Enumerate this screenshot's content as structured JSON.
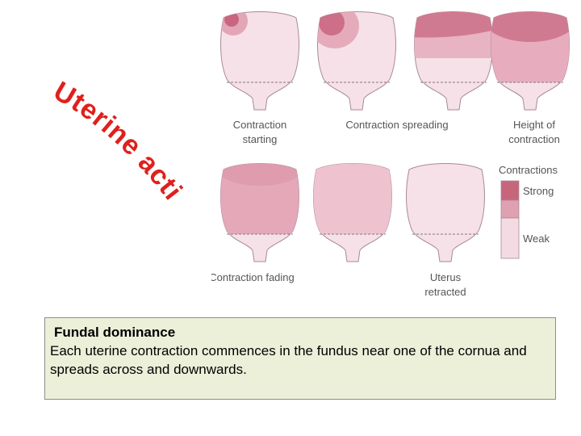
{
  "slide": {
    "title": "Uterine action"
  },
  "diagram": {
    "stages": [
      {
        "label_lines": [
          "Contraction",
          "starting"
        ]
      },
      {
        "label_lines": [
          "Contraction spreading"
        ]
      },
      {
        "label_lines": [
          "Height of",
          "contraction"
        ]
      },
      {
        "label_lines": [
          "Contraction fading"
        ]
      },
      {
        "label_lines": [
          "Uterus",
          "retracted"
        ]
      }
    ],
    "legend": {
      "title": "Contractions",
      "strong_label": "Strong",
      "weak_label": "Weak",
      "strong_color": "#c7657d",
      "medium_color": "#dfa0b2",
      "weak_color": "#f4dbe3"
    }
  },
  "info": {
    "heading": "Fundal dominance",
    "body": "Each uterine contraction commences in the fundus near one of the cornua and spreads across and downwards."
  }
}
